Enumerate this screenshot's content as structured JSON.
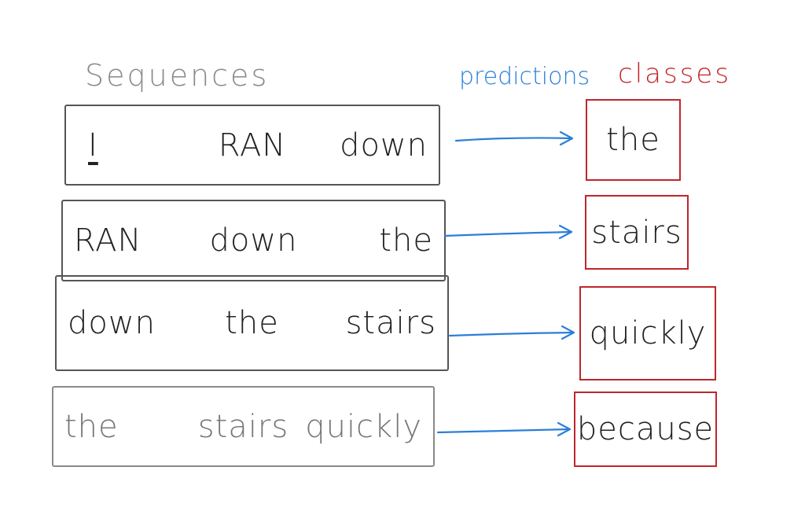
{
  "labels": {
    "sequences": "Sequences",
    "predictions": "predictions",
    "classes": "classes"
  },
  "colors": {
    "sequence_border": "#555555",
    "arrow": "#2b7fd8",
    "class_border": "#c0262b"
  },
  "rows": [
    {
      "tokens": [
        "I",
        "RAN",
        "down"
      ],
      "class": "the"
    },
    {
      "tokens": [
        "RAN",
        "down",
        "the"
      ],
      "class": "stairs"
    },
    {
      "tokens": [
        "down",
        "the",
        "stairs"
      ],
      "class": "quickly"
    },
    {
      "tokens": [
        "the",
        "stairs",
        "quickly"
      ],
      "class": "because"
    }
  ]
}
